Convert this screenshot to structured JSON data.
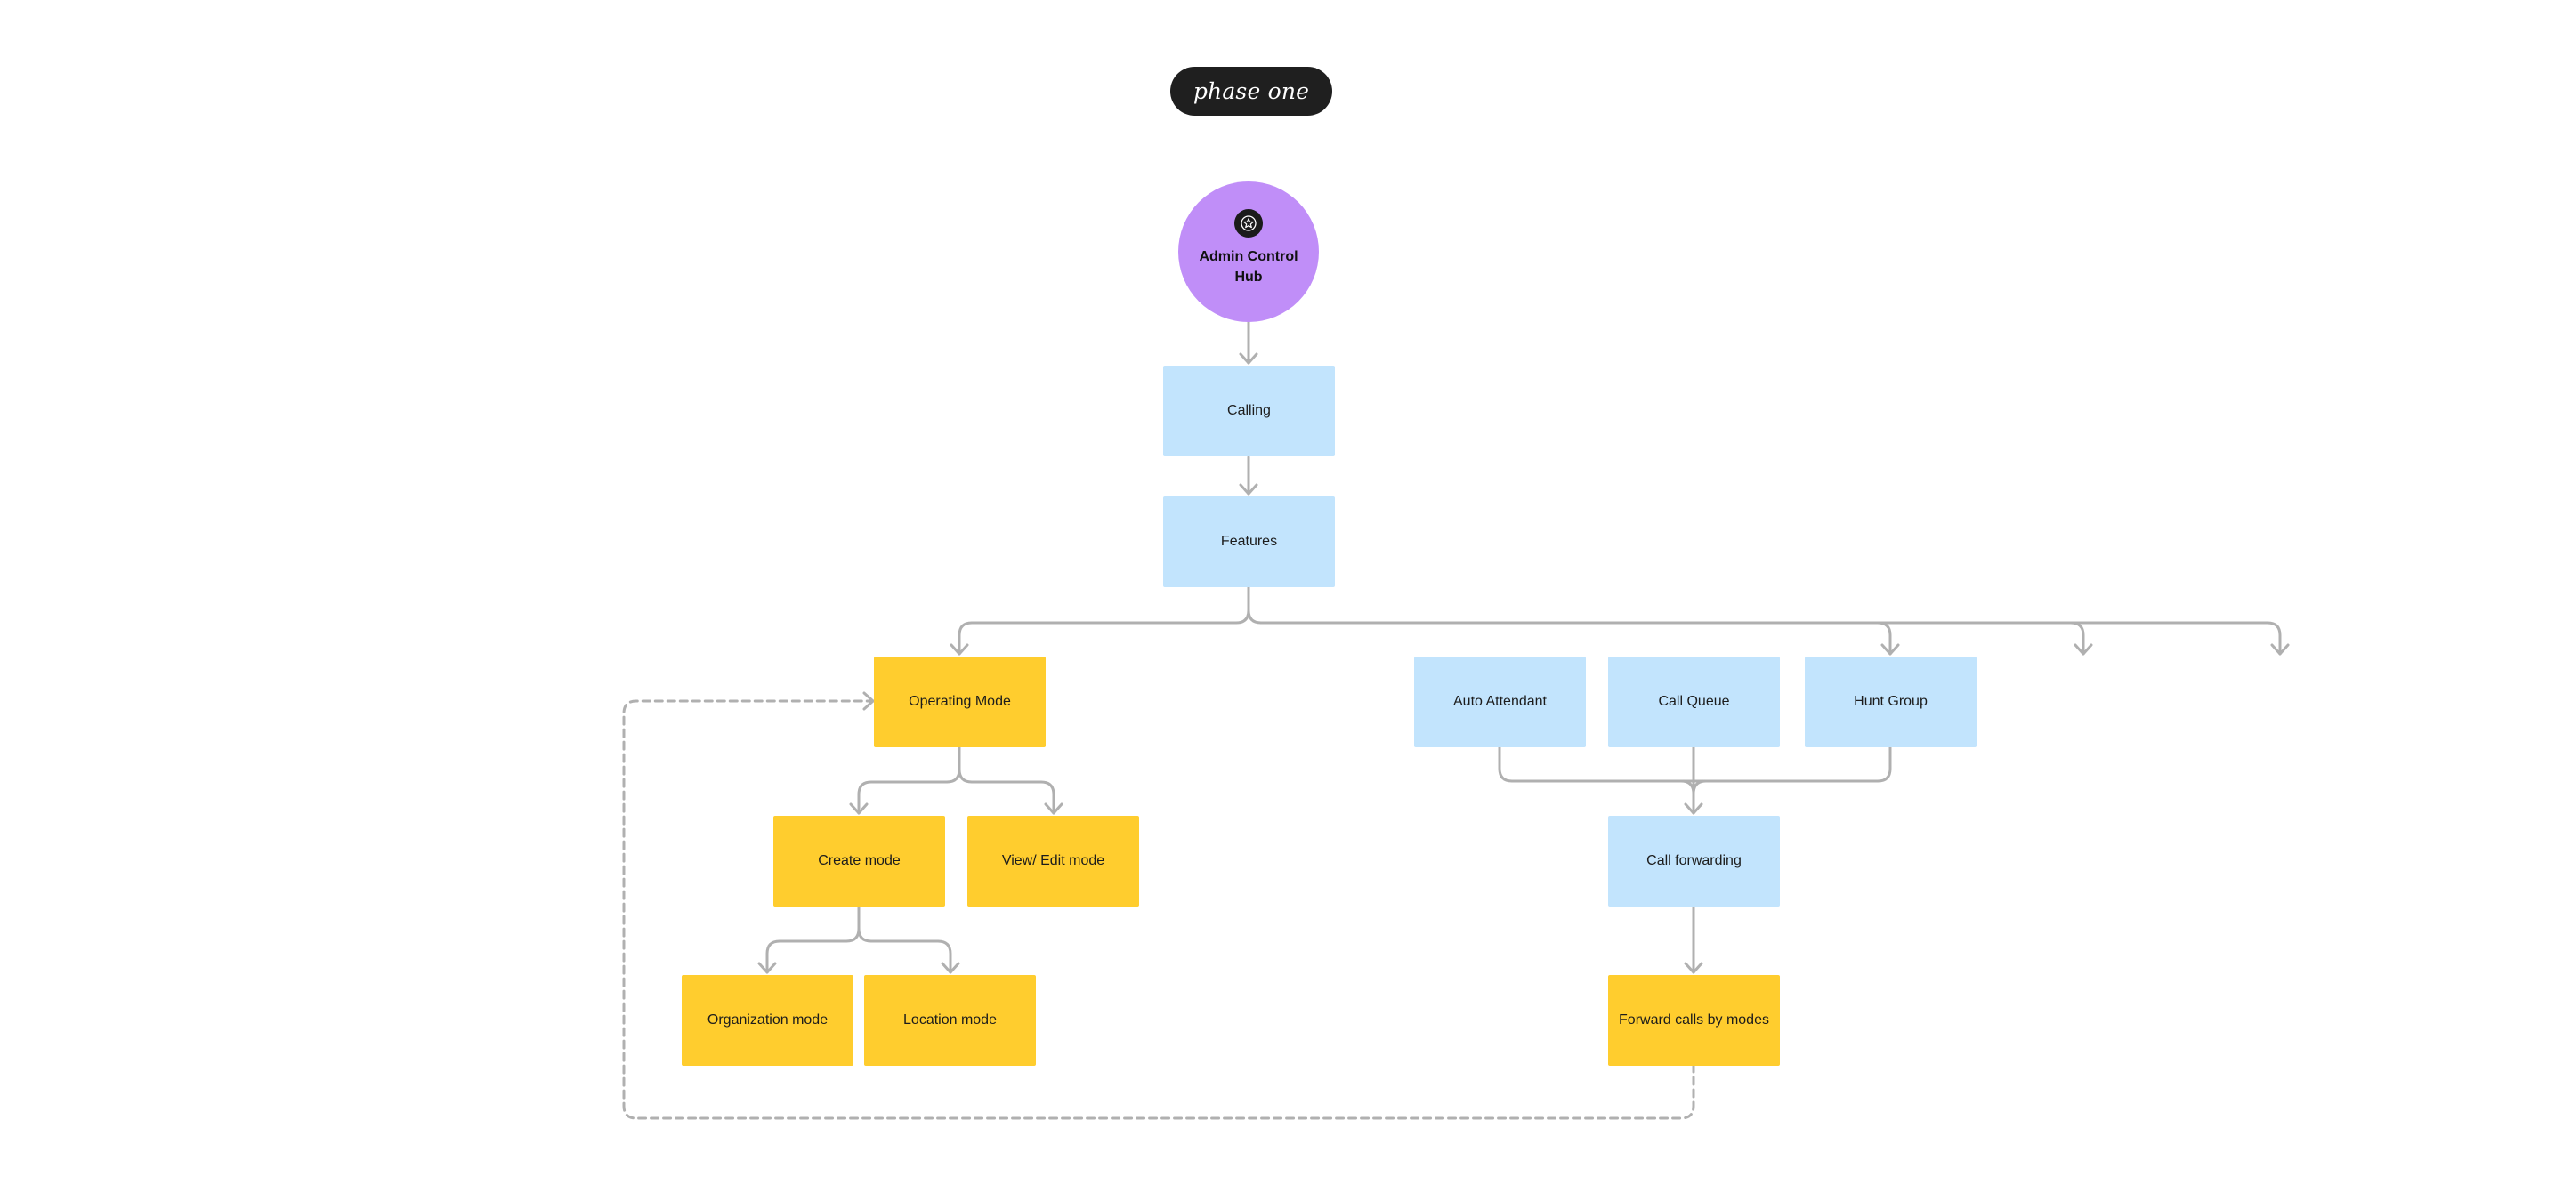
{
  "phase_label": "phase one",
  "root": {
    "label": "Admin Control Hub",
    "icon": "star-icon",
    "color": "#c08ef8"
  },
  "nodes": {
    "calling": "Calling",
    "features": "Features",
    "operating_mode": "Operating Mode",
    "auto_attendant": "Auto Attendant",
    "call_queue": "Call Queue",
    "hunt_group": "Hunt Group",
    "create_mode": "Create mode",
    "view_edit_mode": "View/ Edit mode",
    "call_forwarding": "Call forwarding",
    "organization_mode": "Organization mode",
    "location_mode": "Location mode",
    "forward_calls_by_modes": "Forward calls by modes"
  },
  "colors": {
    "blue_node": "#c2e4fd",
    "yellow_node": "#ffcd2e",
    "pill": "#1f1f1f",
    "connector": "#b0b0b0"
  }
}
